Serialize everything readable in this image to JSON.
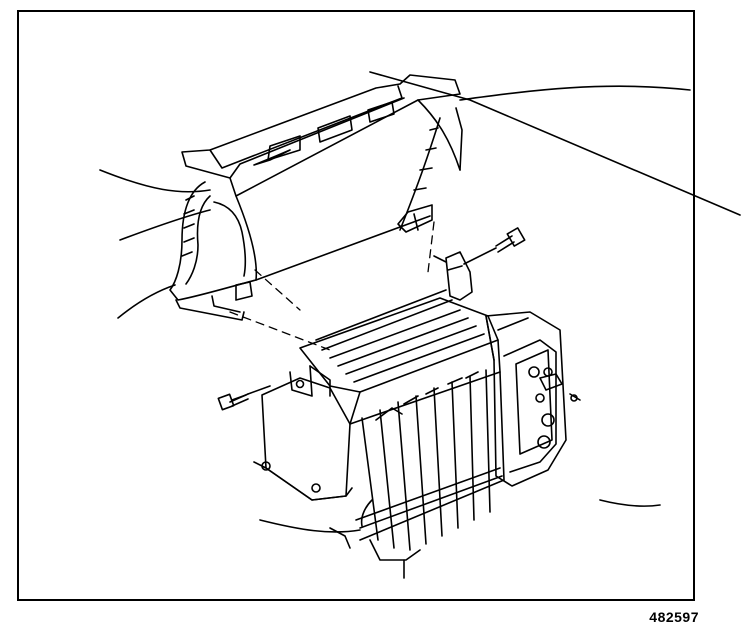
{
  "figure": {
    "number": "482597",
    "colors": {
      "ink": "#000000",
      "paper": "#ffffff"
    }
  },
  "parts": {
    "icons": [
      "duct-housing-drawing",
      "blower-case-drawing",
      "heater-core-drawing",
      "screw-icon"
    ]
  }
}
